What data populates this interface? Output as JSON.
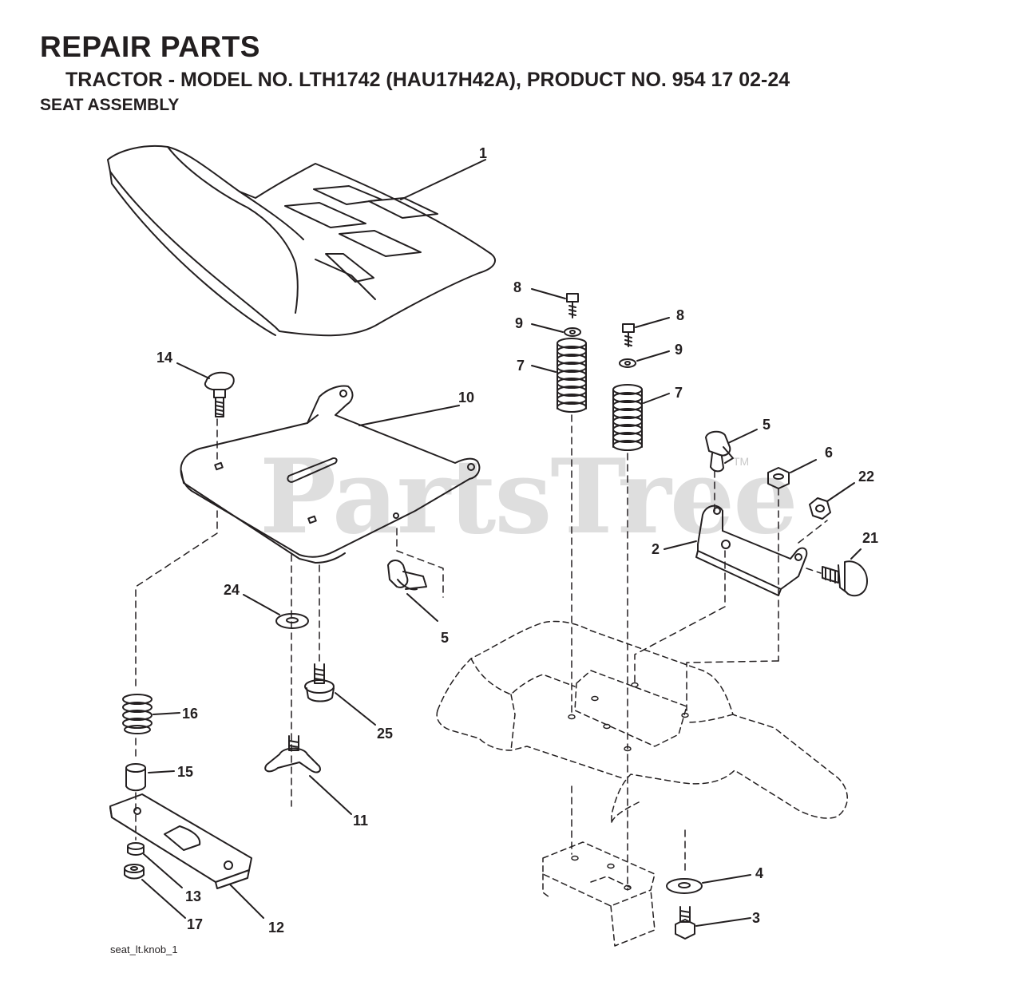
{
  "header": {
    "title": "REPAIR PARTS",
    "subtitle": "TRACTOR - MODEL NO. LTH1742 (HAU17H42A), PRODUCT NO. 954 17 02-24",
    "section": "SEAT ASSEMBLY"
  },
  "watermark": {
    "text": "PartsTree",
    "trademark": "TM"
  },
  "footer": {
    "drawing_code": "seat_lt.knob_1"
  },
  "callouts": [
    {
      "id": "c1",
      "label": "1"
    },
    {
      "id": "c2",
      "label": "2"
    },
    {
      "id": "c3",
      "label": "3"
    },
    {
      "id": "c4",
      "label": "4"
    },
    {
      "id": "c5a",
      "label": "5"
    },
    {
      "id": "c5b",
      "label": "5"
    },
    {
      "id": "c6",
      "label": "6"
    },
    {
      "id": "c7a",
      "label": "7"
    },
    {
      "id": "c7b",
      "label": "7"
    },
    {
      "id": "c8a",
      "label": "8"
    },
    {
      "id": "c8b",
      "label": "8"
    },
    {
      "id": "c9a",
      "label": "9"
    },
    {
      "id": "c9b",
      "label": "9"
    },
    {
      "id": "c10",
      "label": "10"
    },
    {
      "id": "c11",
      "label": "11"
    },
    {
      "id": "c12",
      "label": "12"
    },
    {
      "id": "c13",
      "label": "13"
    },
    {
      "id": "c14",
      "label": "14"
    },
    {
      "id": "c15",
      "label": "15"
    },
    {
      "id": "c16",
      "label": "16"
    },
    {
      "id": "c17",
      "label": "17"
    },
    {
      "id": "c21",
      "label": "21"
    },
    {
      "id": "c22",
      "label": "22"
    },
    {
      "id": "c24",
      "label": "24"
    },
    {
      "id": "c25",
      "label": "25"
    }
  ],
  "colors": {
    "ink": "#231f20",
    "watermark": "#d3d3d3",
    "background": "#ffffff"
  }
}
